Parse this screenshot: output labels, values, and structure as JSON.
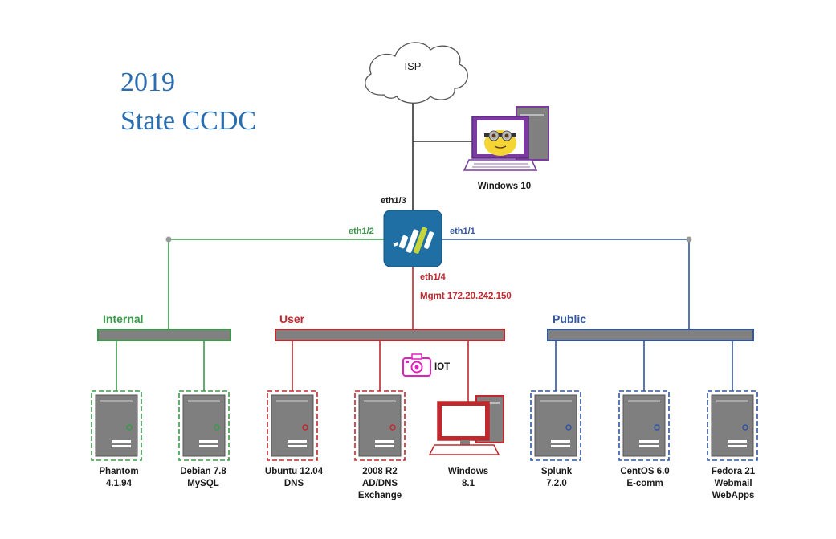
{
  "title": {
    "line1": "2019",
    "line2": "State CCDC"
  },
  "cloud": {
    "label": "ISP"
  },
  "workstation_top": {
    "label": "Windows 10"
  },
  "firewall": {
    "ports": {
      "top": "eth1/3",
      "left": "eth1/2",
      "right": "eth1/1",
      "bottom": "eth1/4"
    },
    "mgmt": "Mgmt 172.20.242.150"
  },
  "segments": {
    "internal": {
      "label": "Internal",
      "color": "#3a9a4a"
    },
    "user": {
      "label": "User",
      "color": "#c0282d"
    },
    "public": {
      "label": "Public",
      "color": "#2f55a4"
    }
  },
  "iot": {
    "label": "IOT",
    "color": "#e020c0"
  },
  "hosts": [
    {
      "segment": "internal",
      "kind": "server",
      "lines": [
        "Phantom",
        "4.1.94"
      ]
    },
    {
      "segment": "internal",
      "kind": "server",
      "lines": [
        "Debian 7.8",
        "MySQL"
      ]
    },
    {
      "segment": "user",
      "kind": "server",
      "lines": [
        "Ubuntu 12.04",
        "DNS"
      ]
    },
    {
      "segment": "user",
      "kind": "server",
      "lines": [
        "2008 R2",
        "AD/DNS",
        "Exchange"
      ]
    },
    {
      "segment": "user",
      "kind": "workstation",
      "lines": [
        "Windows",
        "8.1"
      ]
    },
    {
      "segment": "public",
      "kind": "server",
      "lines": [
        "Splunk",
        "7.2.0"
      ]
    },
    {
      "segment": "public",
      "kind": "server",
      "lines": [
        "CentOS 6.0",
        "E-comm"
      ]
    },
    {
      "segment": "public",
      "kind": "server",
      "lines": [
        "Fedora 21",
        "Webmail",
        "WebApps"
      ]
    }
  ]
}
